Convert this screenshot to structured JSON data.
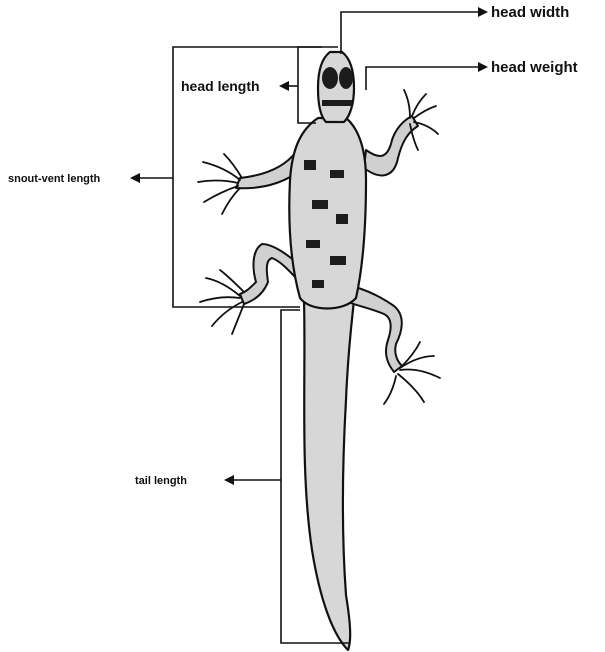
{
  "labels": {
    "head_width": "head width",
    "head_weight": "head weight",
    "head_length": "head length",
    "snout_vent_length": "snout-vent length",
    "tail_length": "tail length"
  },
  "colors": {
    "ink": "#111111",
    "background": "#ffffff",
    "skin": "#d7d7d7"
  }
}
